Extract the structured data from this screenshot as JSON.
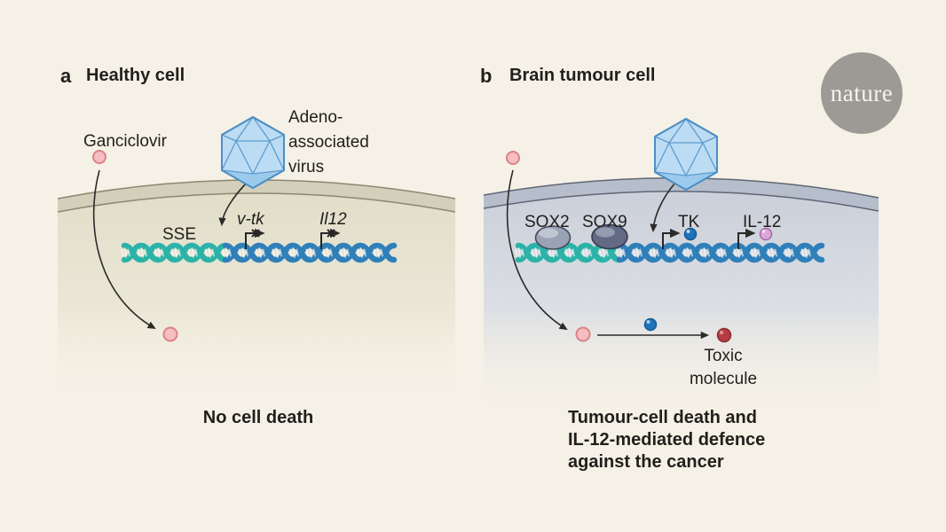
{
  "brand": {
    "logo_text": "nature"
  },
  "panel_a": {
    "letter": "a",
    "title": "Healthy cell",
    "ganciclovir_label": "Ganciclovir",
    "virus_label": "Adeno-\nassociated\nvirus",
    "sse_label": "SSE",
    "vtk_gene_label": "v-tk",
    "il12_gene_label": "Il12",
    "caption": "No cell death"
  },
  "panel_b": {
    "letter": "b",
    "title": "Brain tumour cell",
    "sox2_label": "SOX2",
    "sox9_label": "SOX9",
    "tk_label": "TK",
    "il12_label": "IL-12",
    "toxic_label": "Toxic\nmolecule",
    "caption": "Tumour-cell death and\nIL-12-mediated defence\nagainst the cancer"
  },
  "colors": {
    "background": "#f5f1e6",
    "healthy_cell_fill": "#e2dfcb",
    "healthy_membrane": "#d2cfba",
    "tumour_cell_fill": "#c9ced9",
    "tumour_membrane": "#b7becb",
    "dna_teal": "#2ab3a6",
    "dna_blue": "#2f7fb9",
    "ganciclovir_pink": "#f6bec0",
    "toxic_red": "#b53b41",
    "tk_blue": "#1f74ba",
    "il12_pink": "#dba7d7",
    "virus_blue": "#bcdcf4",
    "nature_gray": "#9c9a94"
  }
}
